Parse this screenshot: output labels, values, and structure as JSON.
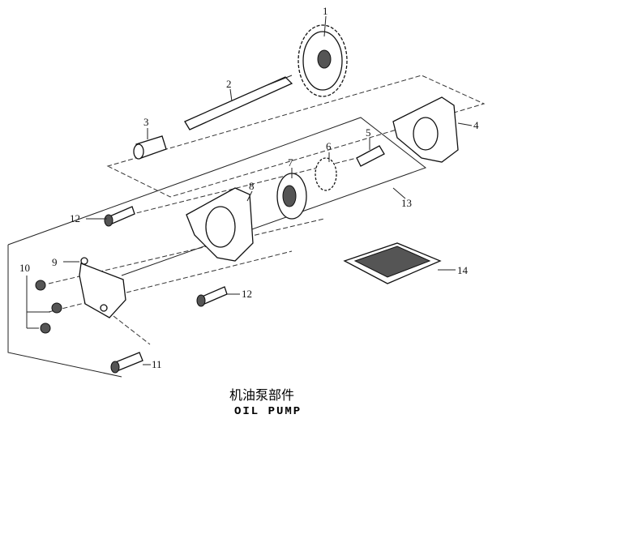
{
  "diagram": {
    "title_cn": "机油泵部件",
    "title_en": "OIL PUMP",
    "callouts": [
      "1",
      "2",
      "3",
      "4",
      "5",
      "6",
      "7",
      "8",
      "9",
      "10",
      "11",
      "12",
      "12",
      "13",
      "14"
    ]
  }
}
